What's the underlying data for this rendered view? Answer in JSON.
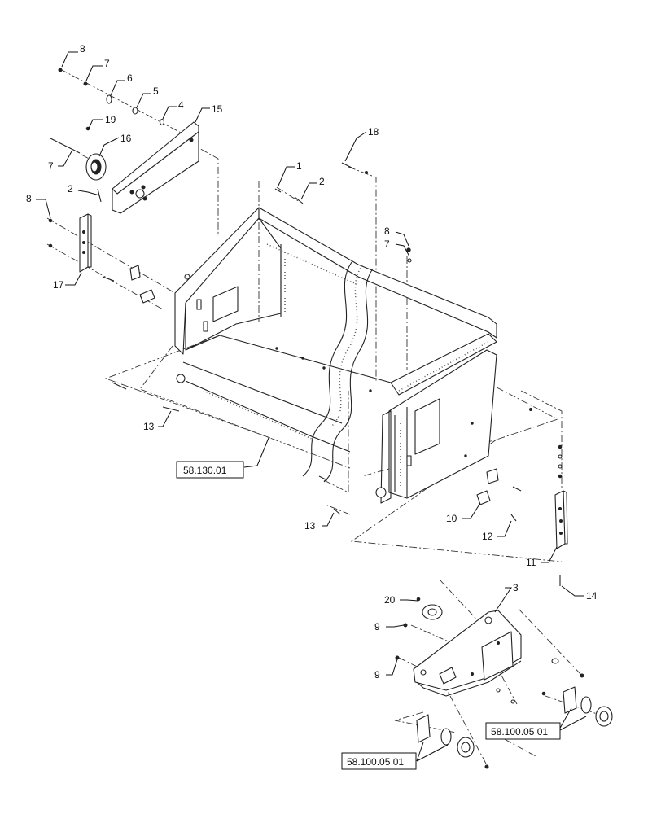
{
  "callouts": {
    "c1": "1",
    "c2a": "2",
    "c2b": "2",
    "c3": "3",
    "c4": "4",
    "c5": "5",
    "c6": "6",
    "c7a": "7",
    "c7b": "7",
    "c7c": "7",
    "c8a": "8",
    "c8b": "8",
    "c8c": "8",
    "c9a": "9",
    "c9b": "9",
    "c10": "10",
    "c11": "11",
    "c12": "12",
    "c13a": "13",
    "c13b": "13",
    "c14": "14",
    "c15": "15",
    "c16": "16",
    "c17": "17",
    "c18": "18",
    "c19": "19",
    "c20": "20"
  },
  "references": {
    "hopper_ref": "58.130.01",
    "bearing_ref_right": "58.100.05 01",
    "bearing_ref_left": "58.100.05 01"
  }
}
